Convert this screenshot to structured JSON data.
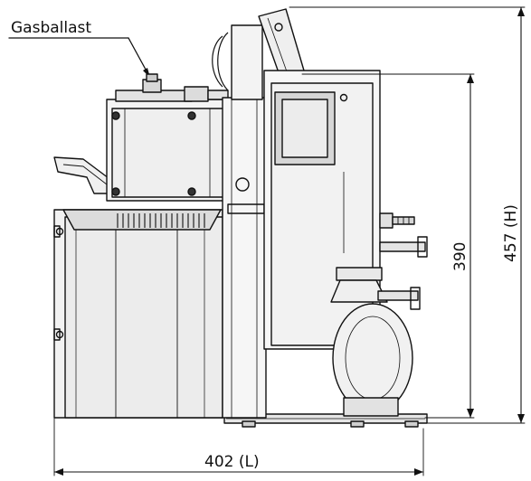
{
  "labels": {
    "gas_ballast": "Gasballast",
    "dim_length": "402 (L)",
    "dim_height": "457 (H)",
    "dim_height_inner": "390"
  }
}
